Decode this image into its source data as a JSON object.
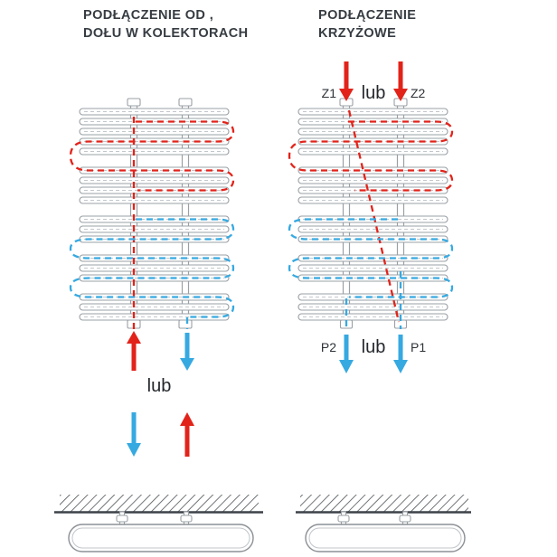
{
  "titles": {
    "left_line1": "PODŁĄCZENIE OD ,",
    "left_line2": "DOŁU W KOLEKTORACH",
    "right_line1": "PODŁĄCZENIE",
    "right_line2": "KRZYŻOWE"
  },
  "labels": {
    "or": "lub",
    "z1": "Z1",
    "z2": "Z2",
    "p1": "P1",
    "p2": "P2"
  },
  "colors": {
    "supply_red": "#e2231a",
    "return_blue": "#36a9e1",
    "pipe_gray": "#9aa0a5",
    "wall_dark": "#3c4248",
    "text_dark": "#363c42"
  }
}
